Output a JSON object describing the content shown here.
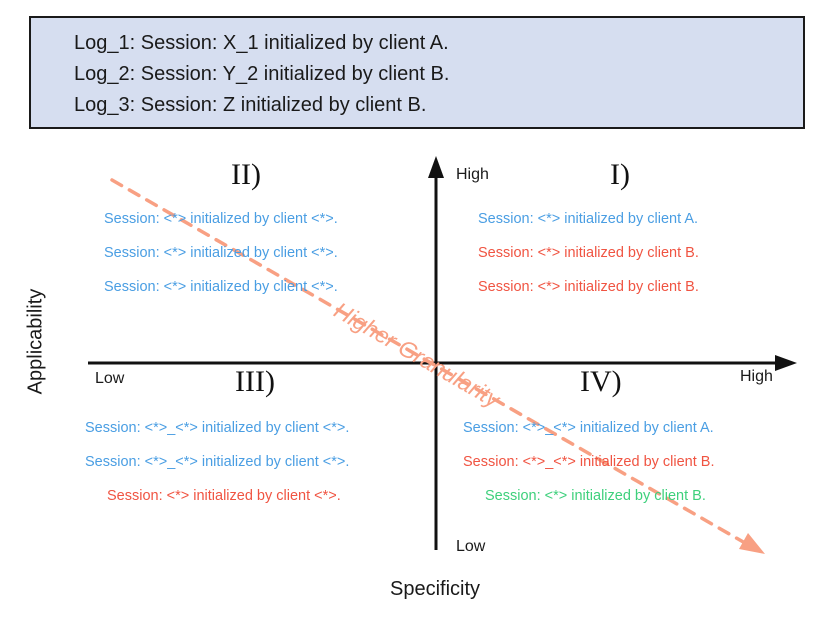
{
  "log_box": {
    "name": "log-sample-box",
    "background": "#d6def0",
    "border_color": "#1a1a1a",
    "lines": [
      "Log_1: Session: X_1 initialized by client A.",
      "Log_2: Session: Y_2 initialized by client B.",
      "Log_3: Session: Z initialized by client B."
    ]
  },
  "axes": {
    "x_axis_label": "Specificity",
    "y_axis_label": "Applicability",
    "x_low": "Low",
    "x_high": "High",
    "y_low": "Low",
    "y_high": "High",
    "axis_color": "#111111"
  },
  "diagonal": {
    "label": "Higher Granularity",
    "color": "#f8a083",
    "style": "dashed-arrow"
  },
  "colors": {
    "blue": "#4a9ee3",
    "red": "#f05442",
    "green": "#3ed07c",
    "box_fill": "#d6def0",
    "orange": "#f8a083",
    "text": "#1a1a1a"
  },
  "quadrants": [
    {
      "id": "I",
      "numeral": "I)",
      "lines": [
        {
          "text": "Session: <*> initialized by client A.",
          "color": "blue",
          "indent": 0
        },
        {
          "text": "Session: <*> initialized by client B.",
          "color": "red",
          "indent": 0
        },
        {
          "text": "Session: <*> initialized by client B.",
          "color": "red",
          "indent": 0
        }
      ]
    },
    {
      "id": "II",
      "numeral": "II)",
      "lines": [
        {
          "text": "Session: <*> initialized by client <*>.",
          "color": "blue",
          "indent": 0
        },
        {
          "text": "Session: <*> initialized by client <*>.",
          "color": "blue",
          "indent": 0
        },
        {
          "text": "Session: <*> initialized by client <*>.",
          "color": "blue",
          "indent": 0
        }
      ]
    },
    {
      "id": "III",
      "numeral": "III)",
      "lines": [
        {
          "text": "Session: <*>_<*> initialized by client <*>.",
          "color": "blue",
          "indent": 0
        },
        {
          "text": "Session: <*>_<*> initialized by client <*>.",
          "color": "blue",
          "indent": 0
        },
        {
          "text": "Session: <*> initialized by client <*>.",
          "color": "red",
          "indent": 1
        }
      ]
    },
    {
      "id": "IV",
      "numeral": "IV)",
      "lines": [
        {
          "text": "Session: <*>_<*> initialized by client A.",
          "color": "blue",
          "indent": 0
        },
        {
          "text": "Session: <*>_<*> initialized by client B.",
          "color": "red",
          "indent": 0
        },
        {
          "text": "Session: <*> initialized by client B.",
          "color": "green",
          "indent": 1
        }
      ]
    }
  ]
}
